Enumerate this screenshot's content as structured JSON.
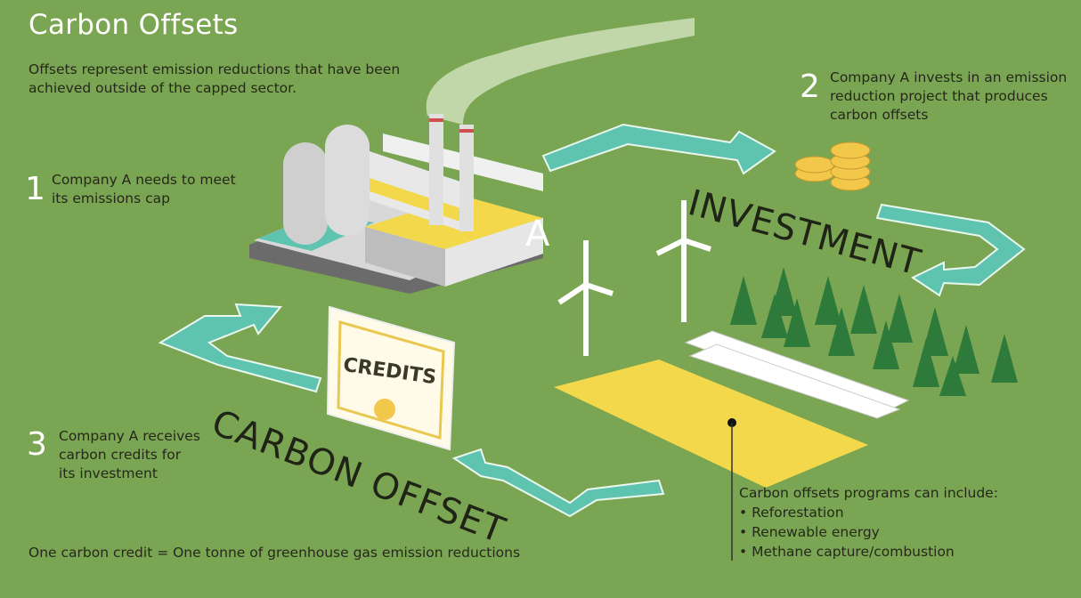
{
  "title": "Carbon Offsets",
  "intro": "Offsets represent emission reductions that have been achieved outside of the capped sector.",
  "steps": [
    {
      "number": "1",
      "text": "Company A needs to meet its emissions cap"
    },
    {
      "number": "2",
      "text": "Company A invests in an emission reduction project that produces carbon offsets"
    },
    {
      "number": "3",
      "text": "Company A receives carbon credits for its investment"
    }
  ],
  "labels": {
    "investment": "INVESTMENT",
    "carbon_offset": "CARBON OFFSET",
    "credits": "CREDITS",
    "factory": "A"
  },
  "footer": "One carbon credit = One tonne of greenhouse gas emission reductions",
  "programs": {
    "heading": "Carbon offsets programs can include:",
    "items": [
      "Reforestation",
      "Renewable energy",
      "Methane capture/combustion"
    ]
  },
  "colors": {
    "background": "#7aa553",
    "arrow": "#5ec4b0",
    "yellow": "#f2d84a",
    "tree": "#2e7a3a"
  }
}
